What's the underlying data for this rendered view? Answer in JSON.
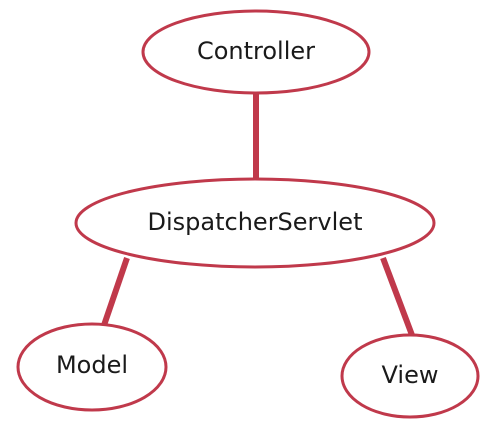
{
  "colors": {
    "stroke": "#c0394b",
    "edge": "#c0394b",
    "text": "#1a1a1a",
    "background": "#ffffff"
  },
  "nodes": {
    "controller": {
      "label": "Controller"
    },
    "dispatcher": {
      "label": "DispatcherServlet"
    },
    "model": {
      "label": "Model"
    },
    "view": {
      "label": "View"
    }
  },
  "edges": [
    {
      "from": "controller",
      "to": "dispatcher"
    },
    {
      "from": "dispatcher",
      "to": "model"
    },
    {
      "from": "dispatcher",
      "to": "view"
    }
  ]
}
